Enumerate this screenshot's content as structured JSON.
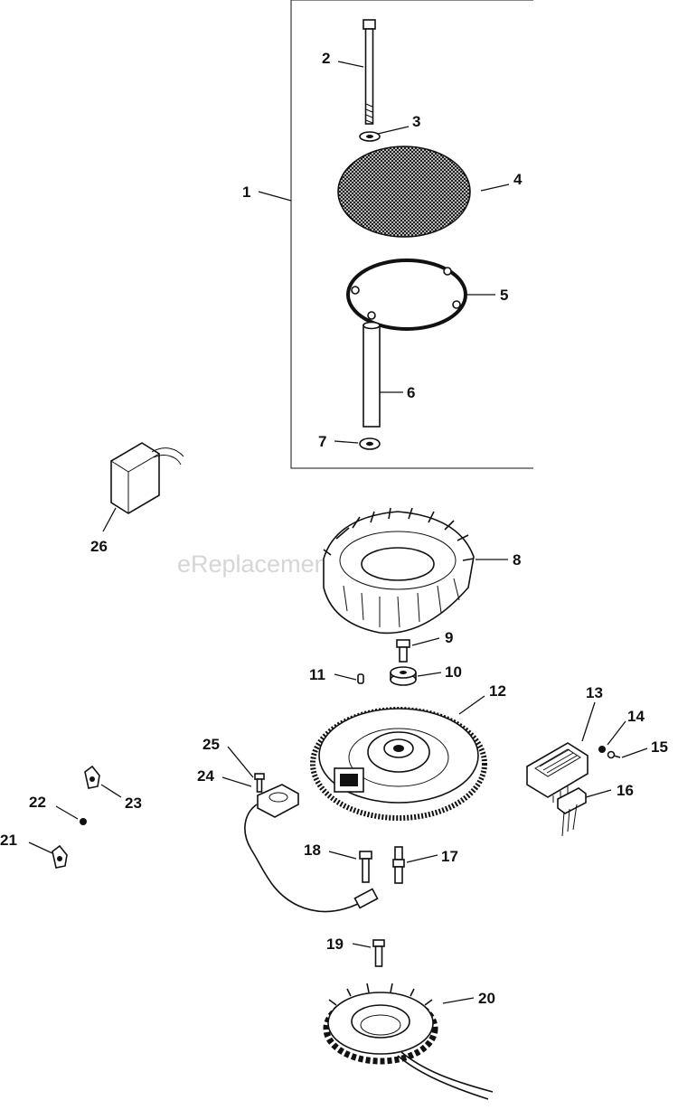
{
  "watermark": "eReplacementParts.com",
  "callouts": [
    {
      "id": "1",
      "label": "1"
    },
    {
      "id": "2",
      "label": "2"
    },
    {
      "id": "3",
      "label": "3"
    },
    {
      "id": "4",
      "label": "4"
    },
    {
      "id": "5",
      "label": "5"
    },
    {
      "id": "6",
      "label": "6"
    },
    {
      "id": "7",
      "label": "7"
    },
    {
      "id": "8",
      "label": "8"
    },
    {
      "id": "9",
      "label": "9"
    },
    {
      "id": "10",
      "label": "10"
    },
    {
      "id": "11",
      "label": "11"
    },
    {
      "id": "12",
      "label": "12"
    },
    {
      "id": "13",
      "label": "13"
    },
    {
      "id": "14",
      "label": "14"
    },
    {
      "id": "15",
      "label": "15"
    },
    {
      "id": "16",
      "label": "16"
    },
    {
      "id": "17",
      "label": "17"
    },
    {
      "id": "18",
      "label": "18"
    },
    {
      "id": "19",
      "label": "19"
    },
    {
      "id": "20",
      "label": "20"
    },
    {
      "id": "21",
      "label": "21"
    },
    {
      "id": "22",
      "label": "22"
    },
    {
      "id": "23",
      "label": "23"
    },
    {
      "id": "24",
      "label": "24"
    },
    {
      "id": "25",
      "label": "25"
    },
    {
      "id": "26",
      "label": "26"
    }
  ]
}
